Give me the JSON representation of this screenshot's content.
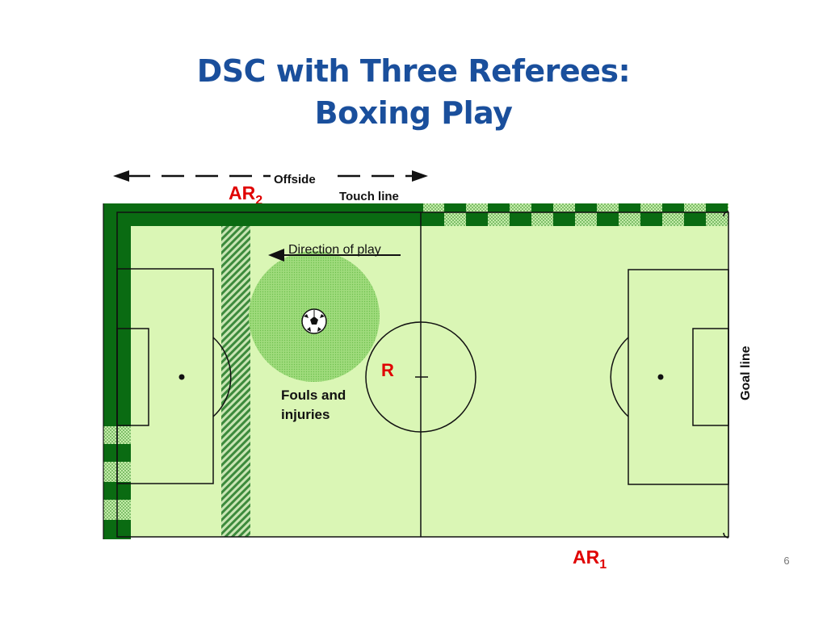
{
  "slide": {
    "title_line1": "DSC with Three Referees:",
    "title_line2": "Boxing Play",
    "number": "6"
  },
  "labels": {
    "offside": "Offside",
    "touch_line": "Touch line",
    "direction_of_play": "Direction of play",
    "goal_line": "Goal line",
    "fouls_line1": "Fouls and",
    "fouls_line2": "injuries"
  },
  "officials": {
    "referee": "R",
    "ar2_base": "AR",
    "ar2_sub": "2",
    "ar1_base": "AR",
    "ar1_sub": "1"
  },
  "colors": {
    "title": "#1a4f9c",
    "field": "#daf6b5",
    "field_border": "#0a6b12",
    "zone": "#8fd36a",
    "official_label": "#e00000",
    "lines": "#111111"
  }
}
